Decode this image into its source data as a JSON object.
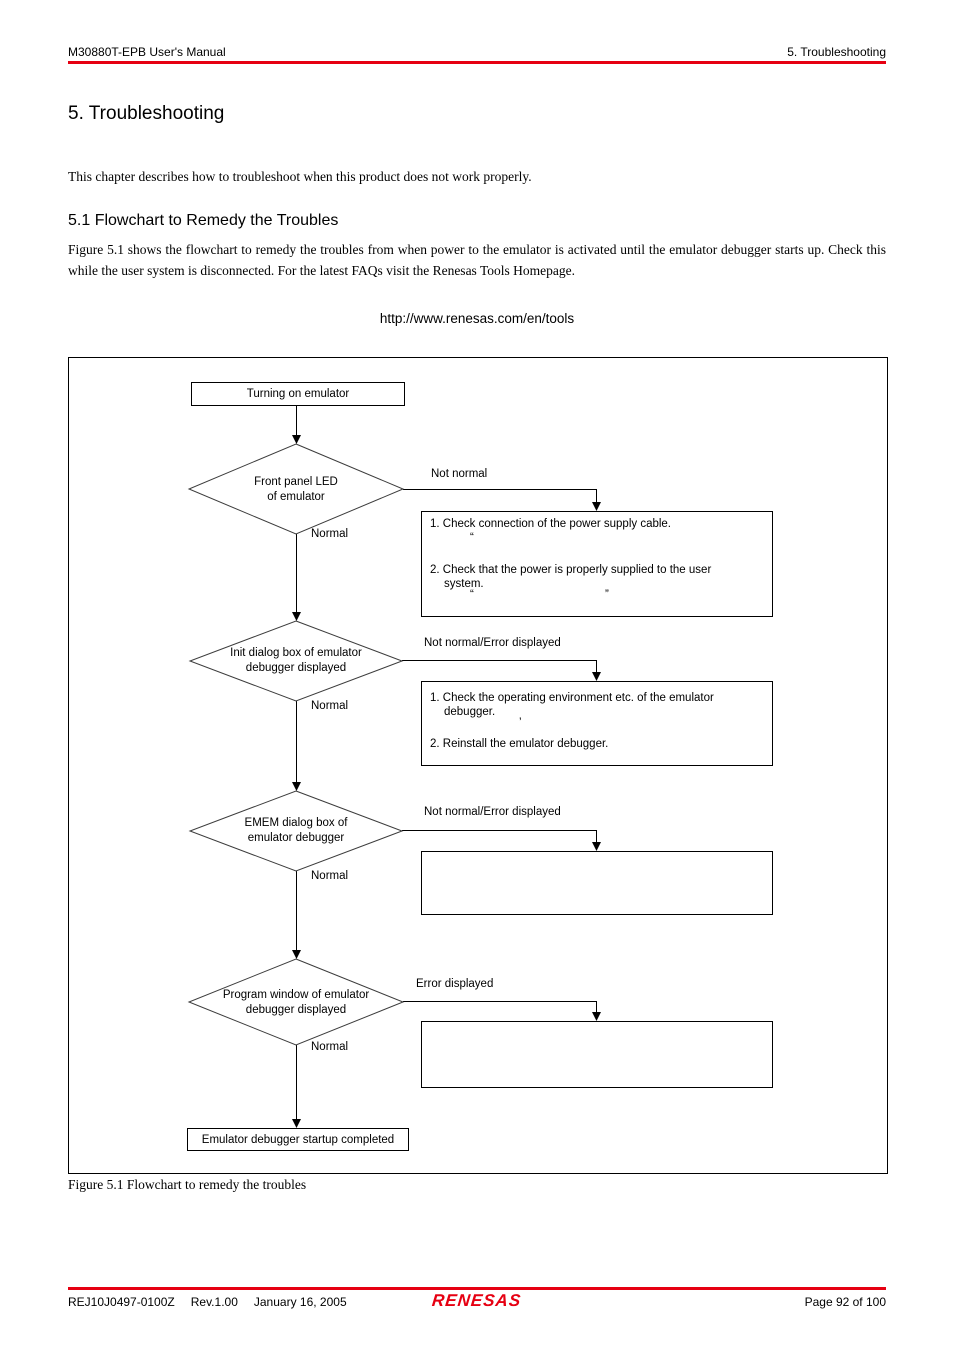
{
  "colors": {
    "accent_red": "#e60012"
  },
  "header": {
    "left": "M30880T-EPB User's Manual",
    "right": "5. Troubleshooting"
  },
  "title": "5. Troubleshooting",
  "intro": "This chapter describes how to troubleshoot when this product does not work properly.",
  "section": {
    "heading": "5.1 Flowchart to Remedy the Troubles",
    "body": "Figure 5.1 shows the flowchart to remedy the troubles from when power to the emulator is activated until the emulator debugger starts up. Check this while the user system is disconnected. For the latest FAQs visit the Renesas Tools Homepage.",
    "url": "http://www.renesas.com/en/tools"
  },
  "flowchart": {
    "start": "Turning on emulator",
    "d1": {
      "line1": "Front panel LED",
      "line2": "of emulator",
      "no_label": "Not normal",
      "yes_label": "Normal"
    },
    "box1": {
      "l1": "1. Check connection of the power supply cable.",
      "q1": "“",
      "l2": "2. Check that the power is properly supplied to the user",
      "l3": "system.",
      "q2": "“",
      "q3": "”"
    },
    "d2": {
      "line1": "Init dialog box of emulator",
      "line2": "debugger displayed",
      "no_label": "Not normal/Error displayed",
      "yes_label": "Normal"
    },
    "box2": {
      "l1": "1. Check the operating environment etc. of the emulator",
      "l2": "debugger.",
      "q1": "’",
      "l3": "2. Reinstall the emulator debugger."
    },
    "d3": {
      "line1": "EMEM dialog box of",
      "line2": "emulator debugger",
      "no_label": "Not normal/Error displayed",
      "yes_label": "Normal"
    },
    "d4": {
      "line1": "Program window of emulator",
      "line2": "debugger displayed",
      "no_label": "Error displayed",
      "yes_label": "Normal"
    },
    "end": "Emulator debugger startup completed"
  },
  "caption": "Figure 5.1 Flowchart to remedy the troubles",
  "footer": {
    "doc_number": "REJ10J0497-0100Z",
    "revision": "Rev.1.00",
    "date": "January 16, 2005",
    "logo": "RENESAS",
    "page": "Page 92 of 100"
  }
}
